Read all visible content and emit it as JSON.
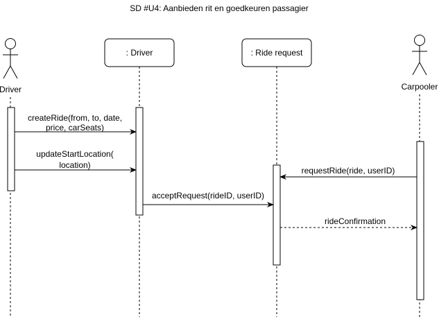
{
  "title": "SD #U4: Aanbieden rit en goedkeuren passagier",
  "participants": {
    "driver_actor": {
      "label": "Driver",
      "kind": "actor"
    },
    "driver_object": {
      "label": ": Driver",
      "kind": "object"
    },
    "ride_request": {
      "label": ": Ride request",
      "kind": "object"
    },
    "carpooler_actor": {
      "label": "Carpooler",
      "kind": "actor"
    }
  },
  "messages": {
    "create_ride": {
      "line1": "createRide(from, to, date,",
      "line2": "price, carSeats)",
      "from": "Driver",
      "to": ": Driver",
      "style": "solid"
    },
    "update_start_location": {
      "line1": "updateStartLocation(",
      "line2": "location)",
      "from": "Driver",
      "to": ": Driver",
      "style": "solid"
    },
    "request_ride": {
      "line1": "requestRide(ride, userID)",
      "from": "Carpooler",
      "to": ": Ride request",
      "style": "solid"
    },
    "accept_request": {
      "line1": "acceptRequest(rideID, userID)",
      "from": ": Driver",
      "to": ": Ride request",
      "style": "solid"
    },
    "ride_confirmation": {
      "line1": "rideConfirmation",
      "from": ": Ride request",
      "to": "Carpooler",
      "style": "dashed"
    }
  },
  "colors": {
    "line": "#000000",
    "box_fill": "#ffffff",
    "text": "#000000"
  }
}
